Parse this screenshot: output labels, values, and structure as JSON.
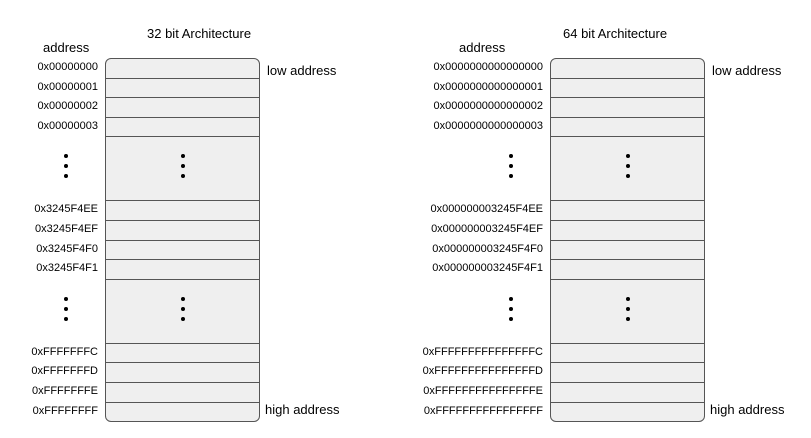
{
  "panels": [
    {
      "title": "32 bit Architecture",
      "address_header": "address",
      "low_label": "low address",
      "high_label": "high address",
      "rows": [
        {
          "addr": "0x00000000"
        },
        {
          "addr": "0x00000001"
        },
        {
          "addr": "0x00000002"
        },
        {
          "addr": "0x00000003"
        },
        {
          "gap": true
        },
        {
          "addr": "0x3245F4EE"
        },
        {
          "addr": "0x3245F4EF"
        },
        {
          "addr": "0x3245F4F0"
        },
        {
          "addr": "0x3245F4F1"
        },
        {
          "gap": true
        },
        {
          "addr": "0xFFFFFFFC"
        },
        {
          "addr": "0xFFFFFFFD"
        },
        {
          "addr": "0xFFFFFFFE"
        },
        {
          "addr": "0xFFFFFFFF"
        }
      ]
    },
    {
      "title": "64 bit Architecture",
      "address_header": "address",
      "low_label": "low address",
      "high_label": "high address",
      "rows": [
        {
          "addr": "0x0000000000000000"
        },
        {
          "addr": "0x0000000000000001"
        },
        {
          "addr": "0x0000000000000002"
        },
        {
          "addr": "0x0000000000000003"
        },
        {
          "gap": true
        },
        {
          "addr": "0x000000003245F4EE"
        },
        {
          "addr": "0x000000003245F4EF"
        },
        {
          "addr": "0x000000003245F4F0"
        },
        {
          "addr": "0x000000003245F4F1"
        },
        {
          "gap": true
        },
        {
          "addr": "0xFFFFFFFFFFFFFFFC"
        },
        {
          "addr": "0xFFFFFFFFFFFFFFFD"
        },
        {
          "addr": "0xFFFFFFFFFFFFFFFE"
        },
        {
          "addr": "0xFFFFFFFFFFFFFFFF"
        }
      ]
    }
  ]
}
